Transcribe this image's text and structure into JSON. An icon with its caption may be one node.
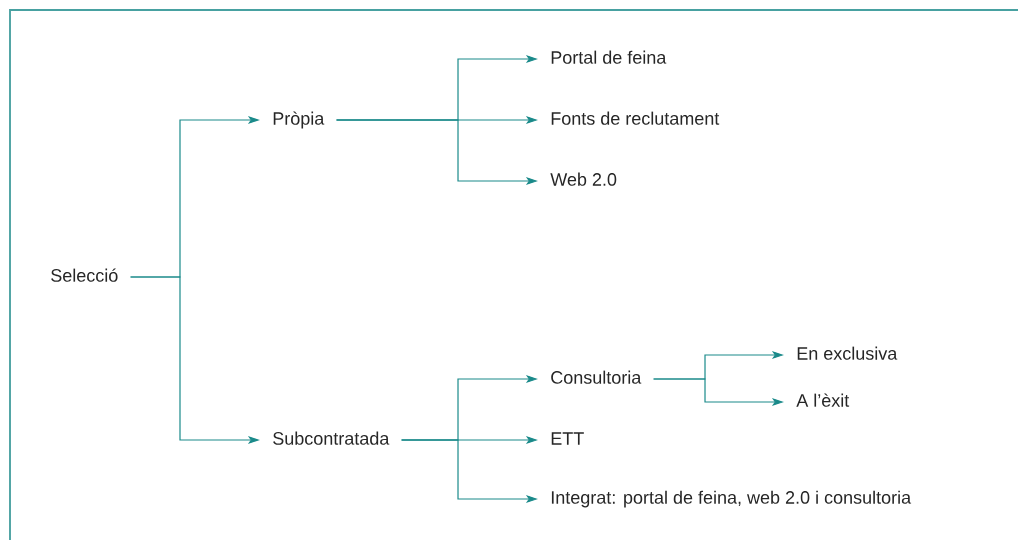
{
  "diagram": {
    "nodes": [
      {
        "text": [
          "Selecció"
        ]
      },
      {
        "text": [
          "Pròpia"
        ]
      },
      {
        "text": [
          "Subcontratada"
        ]
      },
      {
        "text": [
          "Portal de feina"
        ]
      },
      {
        "text": [
          "Fonts de reclutament"
        ]
      },
      {
        "text": [
          "Web 2.0"
        ]
      },
      {
        "text": [
          "Consultoria"
        ]
      },
      {
        "text": [
          "ETT"
        ]
      },
      {
        "text": [
          "Integrat: portal de feina, web 2.0 i consultoria"
        ]
      },
      {
        "text": [
          "En exclusiva"
        ]
      },
      {
        "text": [
          "A l’èxit"
        ]
      }
    ],
    "edges": [
      {
        "from": 0,
        "to": 1,
        "arrow": "to"
      },
      {
        "from": 0,
        "to": 2,
        "arrow": "to"
      },
      {
        "from": 1,
        "to": 3,
        "arrow": "to"
      },
      {
        "from": 1,
        "to": 4,
        "arrow": "to"
      },
      {
        "from": 1,
        "to": 5,
        "arrow": "to"
      },
      {
        "from": 2,
        "to": 6,
        "arrow": "to"
      },
      {
        "from": 2,
        "to": 7,
        "arrow": "to"
      },
      {
        "from": 2,
        "to": 8,
        "arrow": "to"
      },
      {
        "from": 6,
        "to": 9,
        "arrow": "to"
      },
      {
        "from": 6,
        "to": 10,
        "arrow": "to"
      }
    ]
  }
}
